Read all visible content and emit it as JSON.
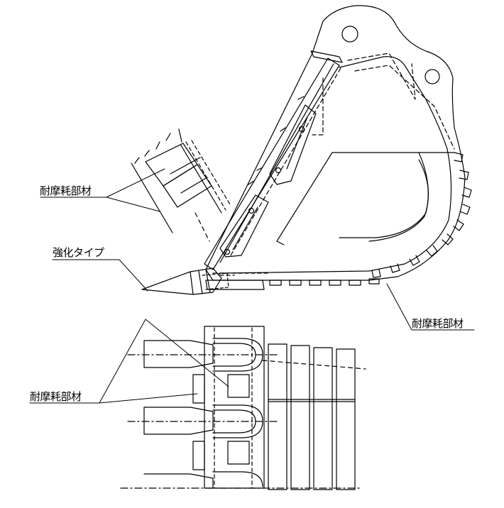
{
  "labels": {
    "wear_part_upper": "耐摩耗部材",
    "reinforced_type": "強化タイプ",
    "wear_part_right": "耐摩耗部材",
    "wear_part_lower": "耐摩耗部材"
  },
  "colors": {
    "line": "#000000",
    "background": "#ffffff"
  }
}
